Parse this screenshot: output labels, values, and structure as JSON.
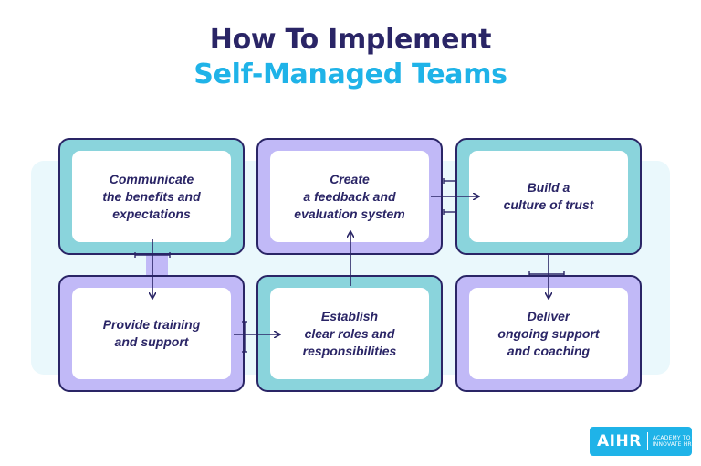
{
  "title": {
    "line1": "How To Implement",
    "line2": "Self-Managed Teams"
  },
  "colors": {
    "title_dark": "#2a2566",
    "title_accent": "#1fb3e8",
    "teal": "#8ad4dc",
    "purple": "#c1b9f7",
    "band": "#eaf8fc",
    "outline": "#2a2566"
  },
  "steps": [
    {
      "label": "Communicate\nthe benefits and\nexpectations",
      "color": "teal"
    },
    {
      "label": "Provide training\nand support",
      "color": "purple"
    },
    {
      "label": "Establish\nclear roles and\nresponsibilities",
      "color": "teal"
    },
    {
      "label": "Create\na feedback and\nevaluation system",
      "color": "purple"
    },
    {
      "label": "Build a\nculture of trust",
      "color": "teal"
    },
    {
      "label": "Deliver\nongoing support\nand coaching",
      "color": "purple"
    }
  ],
  "flow": [
    {
      "from": 1,
      "to": 2,
      "direction": "down"
    },
    {
      "from": 2,
      "to": 3,
      "direction": "right"
    },
    {
      "from": 3,
      "to": 4,
      "direction": "up"
    },
    {
      "from": 4,
      "to": 5,
      "direction": "right"
    },
    {
      "from": 5,
      "to": 6,
      "direction": "down"
    }
  ],
  "logo": {
    "mark": "AIHR",
    "tagline": "ACADEMY TO\nINNOVATE HR",
    "icon": "aihr-logo-icon"
  }
}
